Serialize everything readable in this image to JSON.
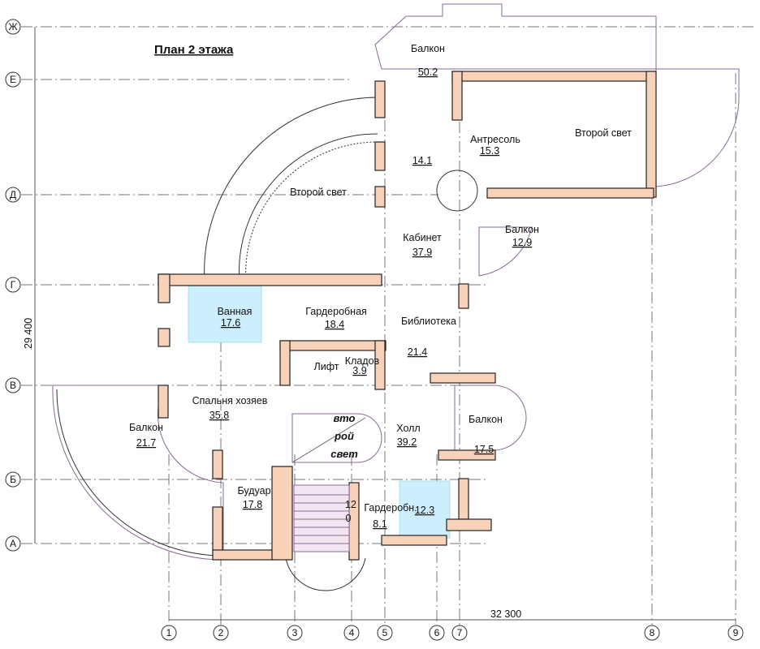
{
  "title": "План 2 этажа",
  "axes": {
    "rows": [
      "Ж",
      "Е",
      "Д",
      "Г",
      "В",
      "Б",
      "А"
    ],
    "columns": [
      "1",
      "2",
      "3",
      "4",
      "5",
      "6",
      "7",
      "8",
      "9"
    ]
  },
  "dimensions": {
    "height": "29 400",
    "width": "32 300"
  },
  "rooms": {
    "balcony_top": {
      "name": "Балкон",
      "area": "50.2"
    },
    "mezzanine": {
      "name": "Антресоль",
      "area": "15.3"
    },
    "second_light_right": {
      "name": "Второй свет"
    },
    "vestibule": {
      "area": "14.1"
    },
    "second_light_left": {
      "name": "Второй свет"
    },
    "study": {
      "name": "Кабинет",
      "area": "37.9"
    },
    "balcony_study": {
      "name": "Балкон",
      "area": "12.9"
    },
    "bathroom": {
      "name": "Ванная",
      "area": "17.6"
    },
    "dressing": {
      "name": "Гардеробная",
      "area": "18.4"
    },
    "library": {
      "name": "Библиотека",
      "area": "21.4"
    },
    "storage": {
      "name": "Кладов",
      "area": "3.9"
    },
    "lift": {
      "name": "Лифт"
    },
    "master_bedroom": {
      "name": "Спальня хозяев",
      "area": "35.8"
    },
    "balcony_left": {
      "name": "Балкон",
      "area": "21.7"
    },
    "second_light_hall": {
      "line1": "вто",
      "line2": "рой",
      "line3": "свет"
    },
    "hall": {
      "name": "Холл",
      "area": "39.2"
    },
    "balcony_right": {
      "name": "Балкон",
      "area": "17.5"
    },
    "boudoir": {
      "name": "Будуар",
      "area": "17.8"
    },
    "stairs": {
      "top": "12",
      "bottom": "0"
    },
    "wardrobe": {
      "name": "Гардеробн.",
      "area": "8.1"
    },
    "bath_small": {
      "area": "12.3"
    }
  }
}
